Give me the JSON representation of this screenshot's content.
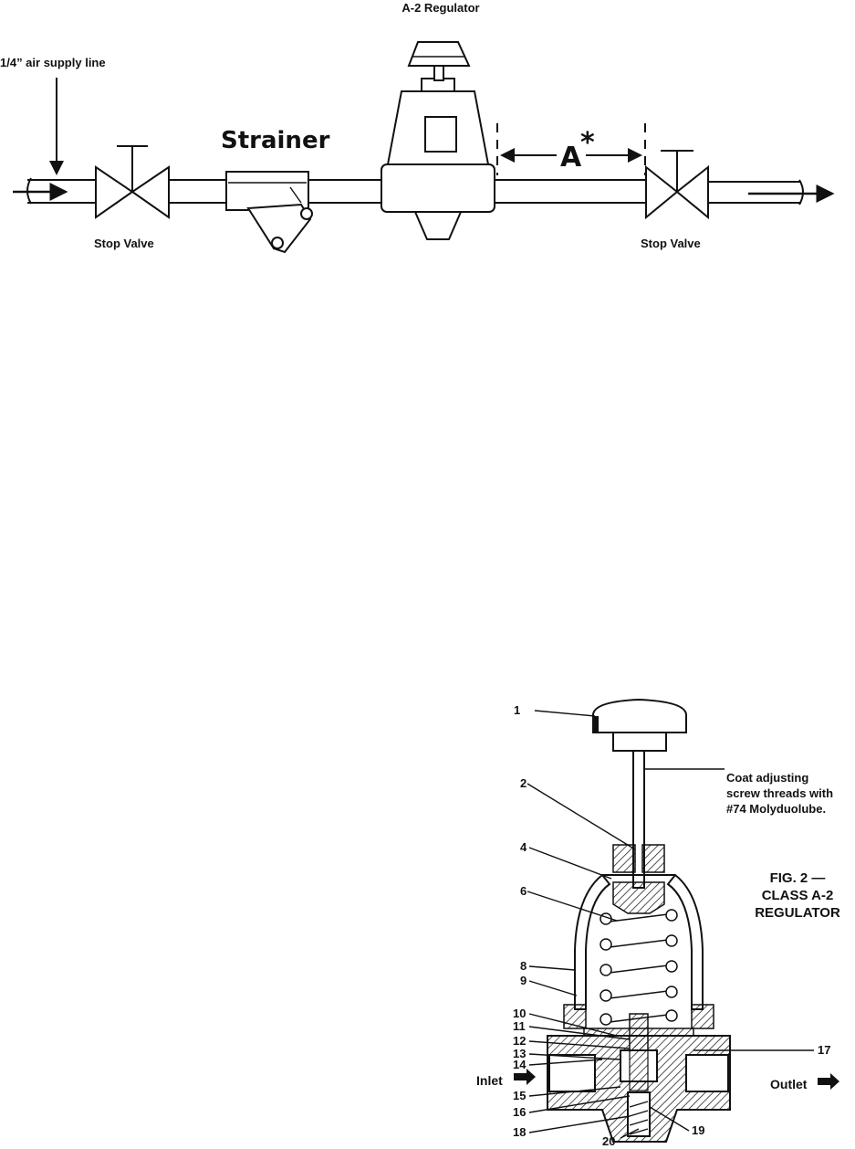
{
  "top": {
    "regulator_title": "A-2 Regulator",
    "supply_line": "1/4” air supply line",
    "strainer": "Strainer",
    "stop_valve_left": "Stop Valve",
    "stop_valve_right": "Stop Valve",
    "dim_a": "A",
    "dim_star": "*"
  },
  "fig": {
    "note_line1": "Coat adjusting",
    "note_line2": "screw threads with",
    "note_line3": "#74 Molyduolube.",
    "caption_line1": "FIG. 2 —",
    "caption_line2": "CLASS A-2",
    "caption_line3": "REGULATOR",
    "inlet": "Inlet",
    "outlet": "Outlet",
    "parts": [
      "1",
      "2",
      "4",
      "6",
      "8",
      "9",
      "10",
      "11",
      "12",
      "13",
      "14",
      "15",
      "16",
      "17",
      "18",
      "19",
      "20"
    ]
  }
}
